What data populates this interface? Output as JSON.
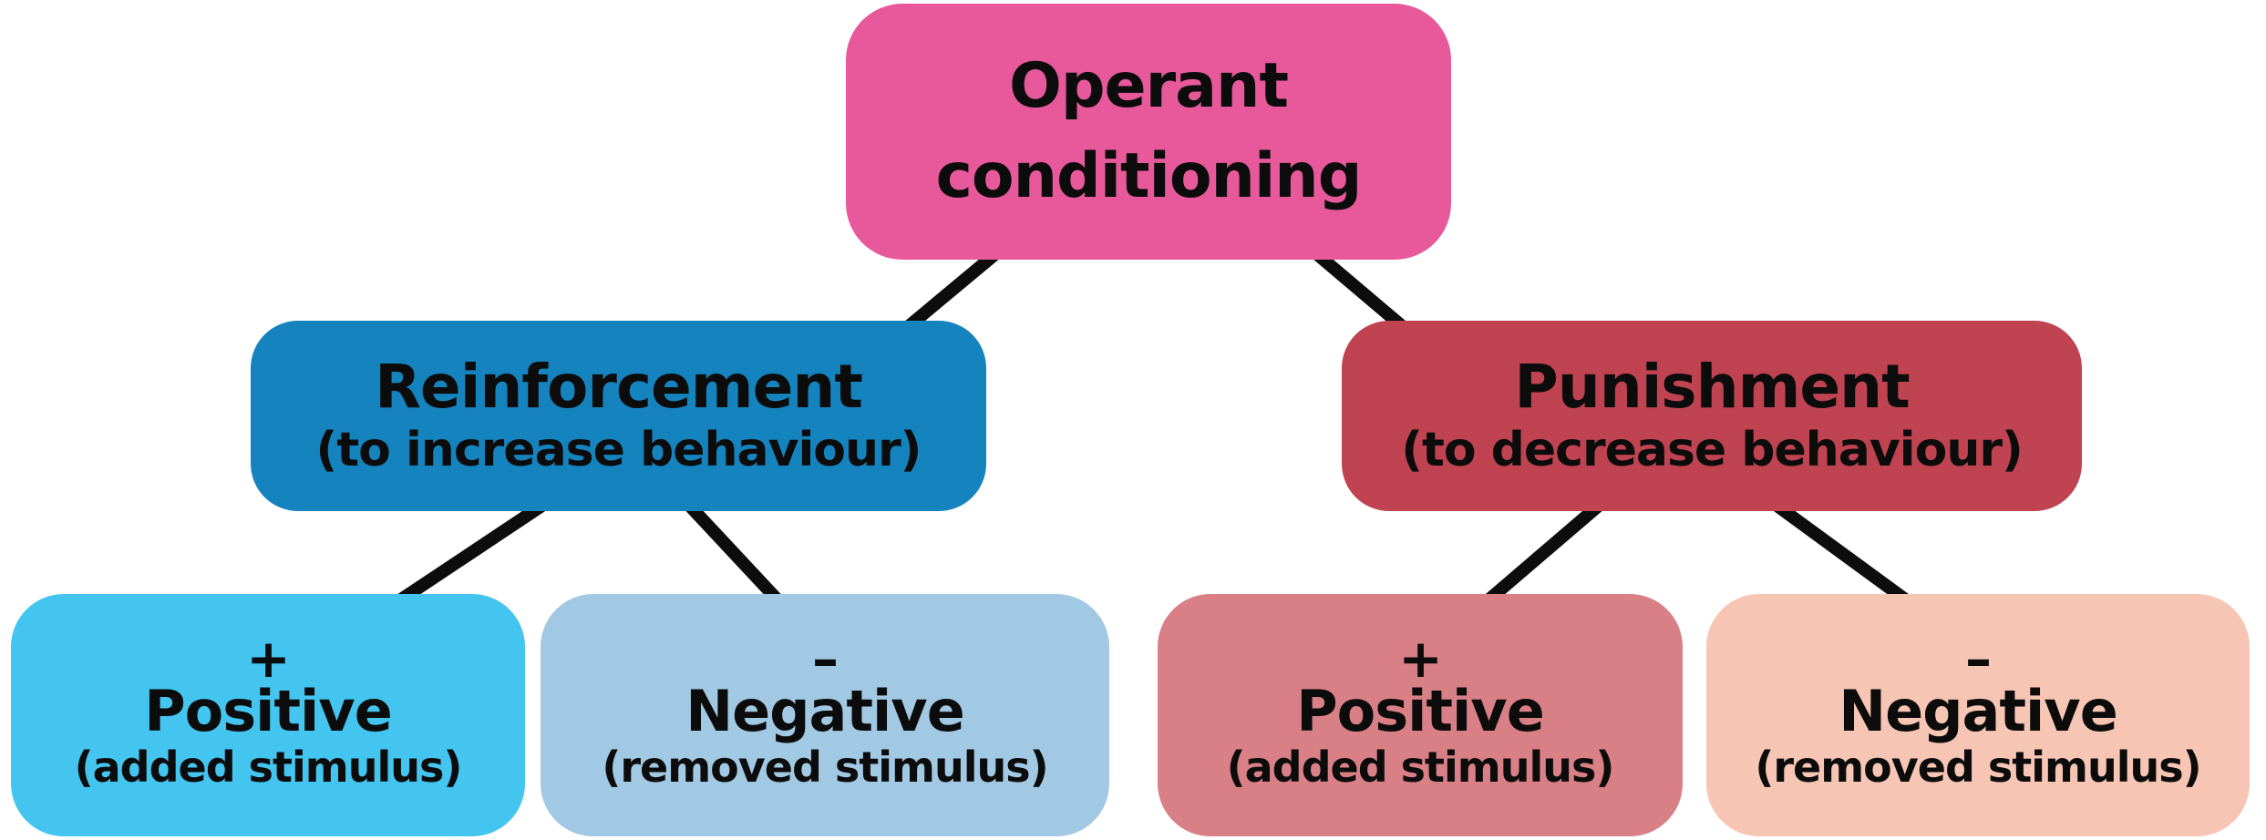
{
  "diagram": {
    "title": "Operant conditioning",
    "background_color": "#ffffff",
    "line_color": "#0d0d0d",
    "nodes": {
      "operant": {
        "label": "Operant conditioning",
        "color": "#e7599b"
      },
      "reinforcement": {
        "label": "Reinforcement",
        "sublabel": "(to increase behaviour)",
        "color": "#1583be"
      },
      "punishment": {
        "label": "Punishment",
        "sublabel": "(to decrease behaviour)",
        "color": "#bf4350"
      },
      "reinforcement_positive": {
        "sign": "+",
        "label": "Positive",
        "sublabel": "(added stimulus)",
        "color": "#43c5f0"
      },
      "reinforcement_negative": {
        "sign": "–",
        "label": "Negative",
        "sublabel": "(removed stimulus)",
        "color": "#a2c9e3"
      },
      "punishment_positive": {
        "sign": "+",
        "label": "Positive",
        "sublabel": "(added stimulus)",
        "color": "#d97f86"
      },
      "punishment_negative": {
        "sign": "–",
        "label": "Negative",
        "sublabel": "(removed stimulus)",
        "color": "#f7c5b4"
      }
    },
    "edges": [
      {
        "from": "operant",
        "to": "reinforcement"
      },
      {
        "from": "operant",
        "to": "punishment"
      },
      {
        "from": "reinforcement",
        "to": "reinforcement_positive"
      },
      {
        "from": "reinforcement",
        "to": "reinforcement_negative"
      },
      {
        "from": "punishment",
        "to": "punishment_positive"
      },
      {
        "from": "punishment",
        "to": "punishment_negative"
      }
    ]
  }
}
